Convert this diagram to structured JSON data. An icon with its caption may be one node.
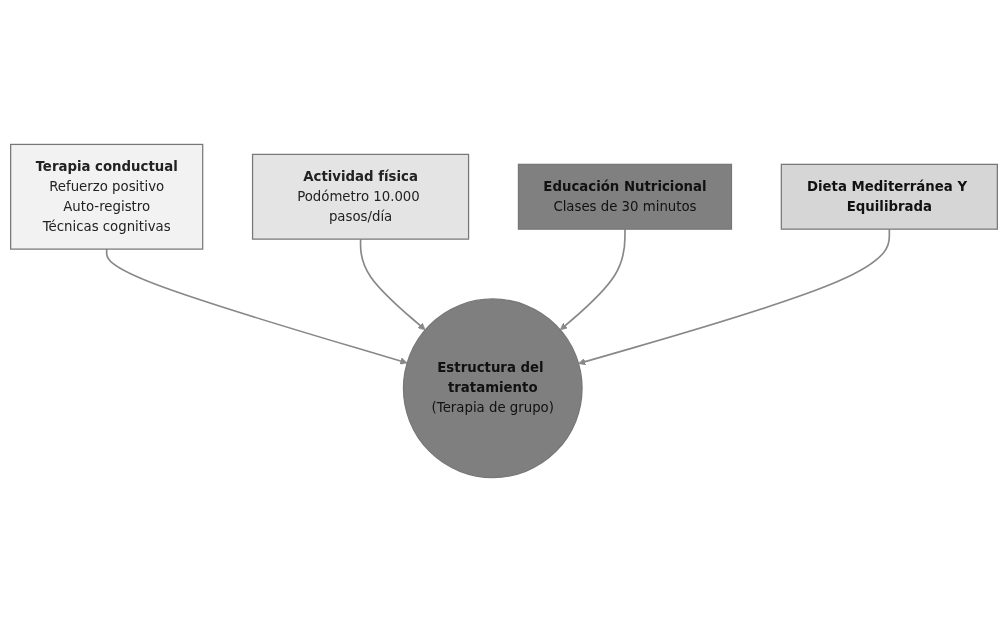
{
  "diagram": {
    "nodes": [
      {
        "text": [
          "Terapia conductual",
          "Refuerzo positivo",
          "Auto-registro",
          "Técnicas cognitivas"
        ]
      },
      {
        "text": [
          "Actividad física",
          "Podómetro 10.000 pasos/día"
        ]
      },
      {
        "text": [
          "Estructura del tratamiento",
          "(Terapia de grupo)"
        ]
      },
      {
        "text": [
          "Educación Nutricional",
          "Clases de 30 minutos"
        ]
      },
      {
        "text": [
          "Dieta Mediterránea Y Equilibrada"
        ]
      }
    ],
    "edges": [
      {
        "from": 0,
        "to": 2,
        "arrow": "to"
      },
      {
        "from": 1,
        "to": 2,
        "arrow": "to"
      },
      {
        "from": 3,
        "to": 2,
        "arrow": "to"
      },
      {
        "from": 4,
        "to": 2,
        "arrow": "to"
      }
    ]
  }
}
